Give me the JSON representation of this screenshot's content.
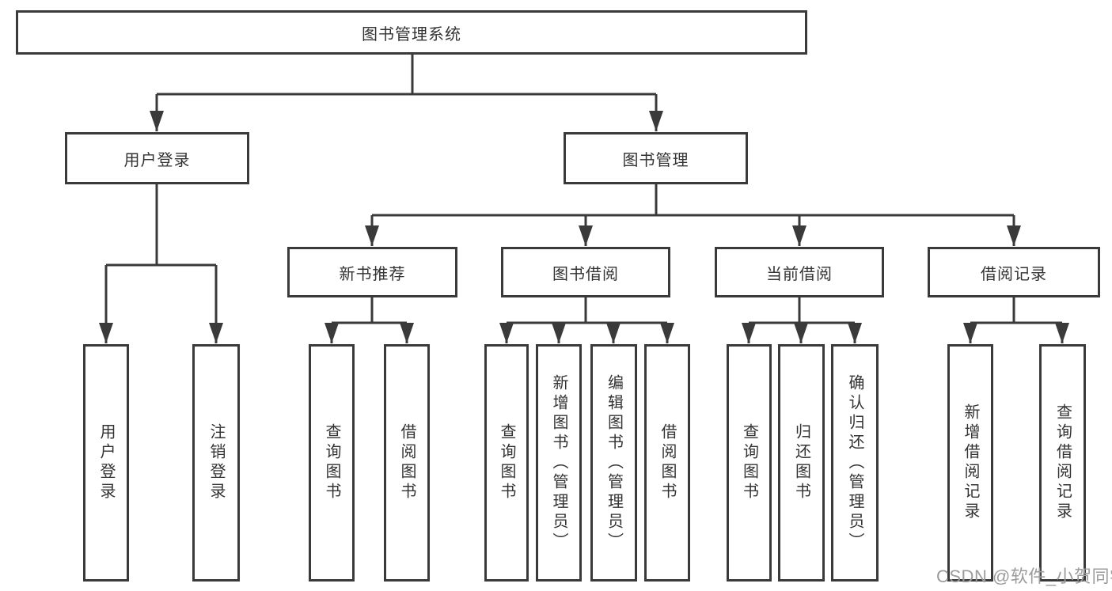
{
  "colors": {
    "line": "#3a3a3a",
    "text": "#333333",
    "background": "#ffffff",
    "watermark": "#9c9c9c"
  },
  "watermark": {
    "text": "CSDN @软件_小贺同学"
  },
  "diagram": {
    "type": "hierarchy-tree",
    "nodes": {
      "root": {
        "label": "图书管理系统"
      },
      "user_login": {
        "label": "用户登录"
      },
      "book_mgmt": {
        "label": "图书管理"
      },
      "new_book_rec": {
        "label": "新书推荐"
      },
      "book_borrow": {
        "label": "图书借阅"
      },
      "current_borrow": {
        "label": "当前借阅"
      },
      "borrow_records": {
        "label": "借阅记录"
      },
      "leaf_user_login": {
        "label": "用户登录"
      },
      "leaf_logout": {
        "label": "注销登录"
      },
      "leaf_query_books_rec": {
        "label": "查询图书"
      },
      "leaf_borrow_books_rec": {
        "label": "借阅图书"
      },
      "leaf_query_books_borrow": {
        "label": "查询图书"
      },
      "leaf_add_books_admin": {
        "label": "新增图书（管理员）"
      },
      "leaf_edit_books_admin": {
        "label": "编辑图书（管理员）"
      },
      "leaf_borrow_books": {
        "label": "借阅图书"
      },
      "leaf_query_books_current": {
        "label": "查询图书"
      },
      "leaf_return_books": {
        "label": "归还图书"
      },
      "leaf_confirm_return_admin": {
        "label": "确认归还（管理员）"
      },
      "leaf_add_borrow_record": {
        "label": "新增借阅记录"
      },
      "leaf_query_borrow_record": {
        "label": "查询借阅记录"
      }
    },
    "hierarchy": {
      "图书管理系统": {
        "用户登录": [
          "用户登录",
          "注销登录"
        ],
        "图书管理": {
          "新书推荐": [
            "查询图书",
            "借阅图书"
          ],
          "图书借阅": [
            "查询图书",
            "新增图书（管理员）",
            "编辑图书（管理员）",
            "借阅图书"
          ],
          "当前借阅": [
            "查询图书",
            "归还图书",
            "确认归还（管理员）"
          ],
          "借阅记录": [
            "新增借阅记录",
            "查询借阅记录"
          ]
        }
      }
    }
  }
}
